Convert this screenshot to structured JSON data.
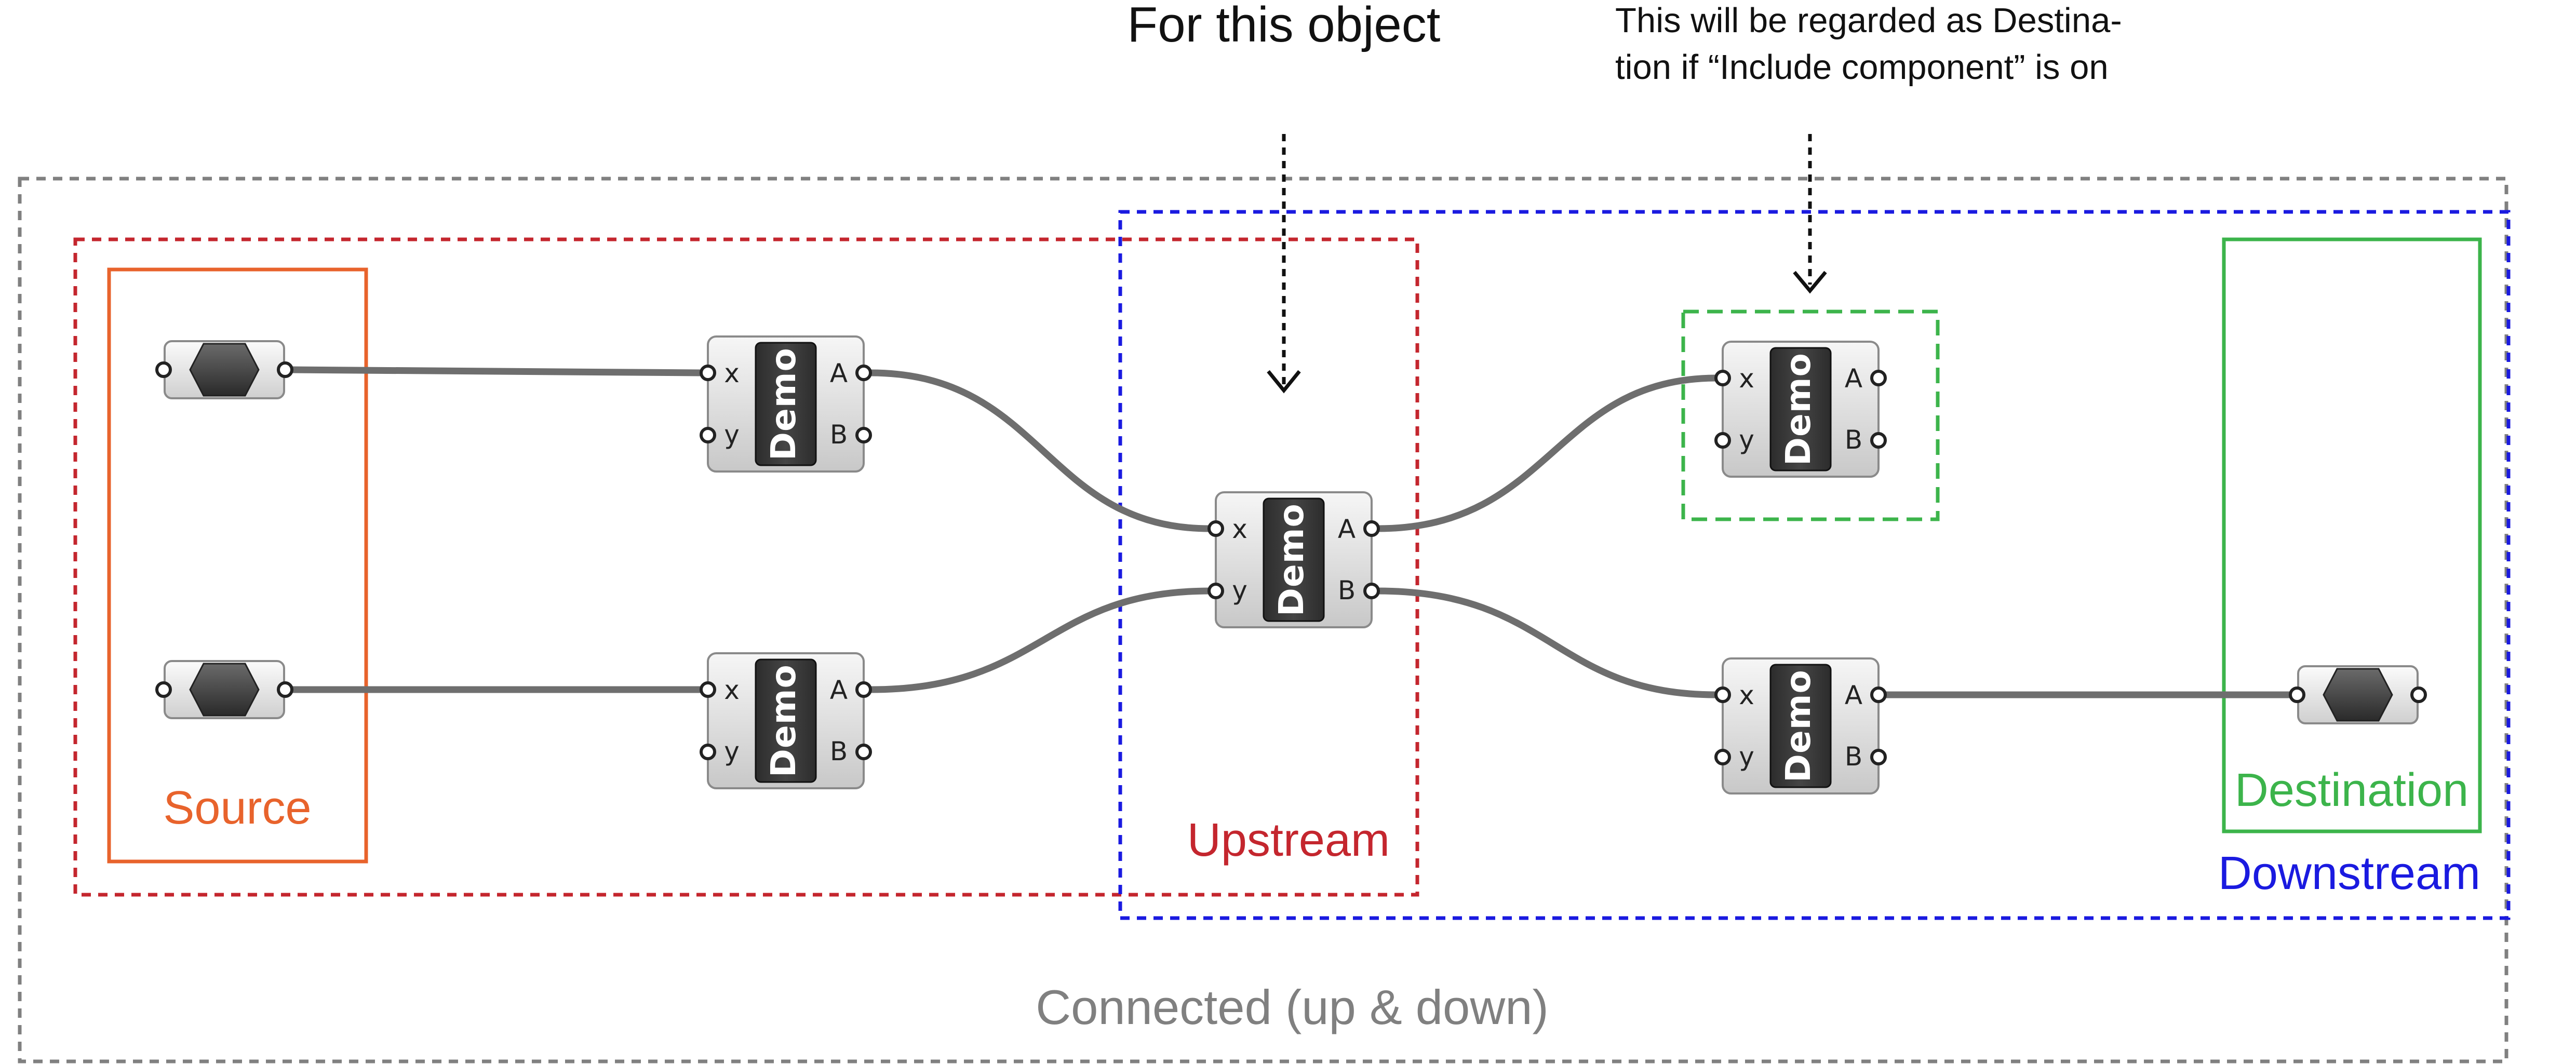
{
  "annotations": {
    "for_this_object": "For this object",
    "include_note_line1": "This will be regarded as Destina-",
    "include_note_line2": "tion if “Include component” is on"
  },
  "regions": {
    "connected": {
      "label": "Connected (up & down)",
      "color": "#808080"
    },
    "upstream": {
      "label": "Upstream",
      "color": "#c4262e"
    },
    "downstream": {
      "label": "Downstream",
      "color": "#1a1ae0"
    },
    "source": {
      "label": "Source",
      "color": "#e8632c"
    },
    "destination": {
      "label": "Destination",
      "color": "#3cb44b"
    },
    "include_component": {
      "color": "#3cb44b"
    }
  },
  "component": {
    "name": "Demo",
    "inputs": [
      "x",
      "y"
    ],
    "outputs": [
      "A",
      "B"
    ]
  },
  "param_icon": "hexagon-param-icon",
  "wire_color": "#6e6e6e"
}
